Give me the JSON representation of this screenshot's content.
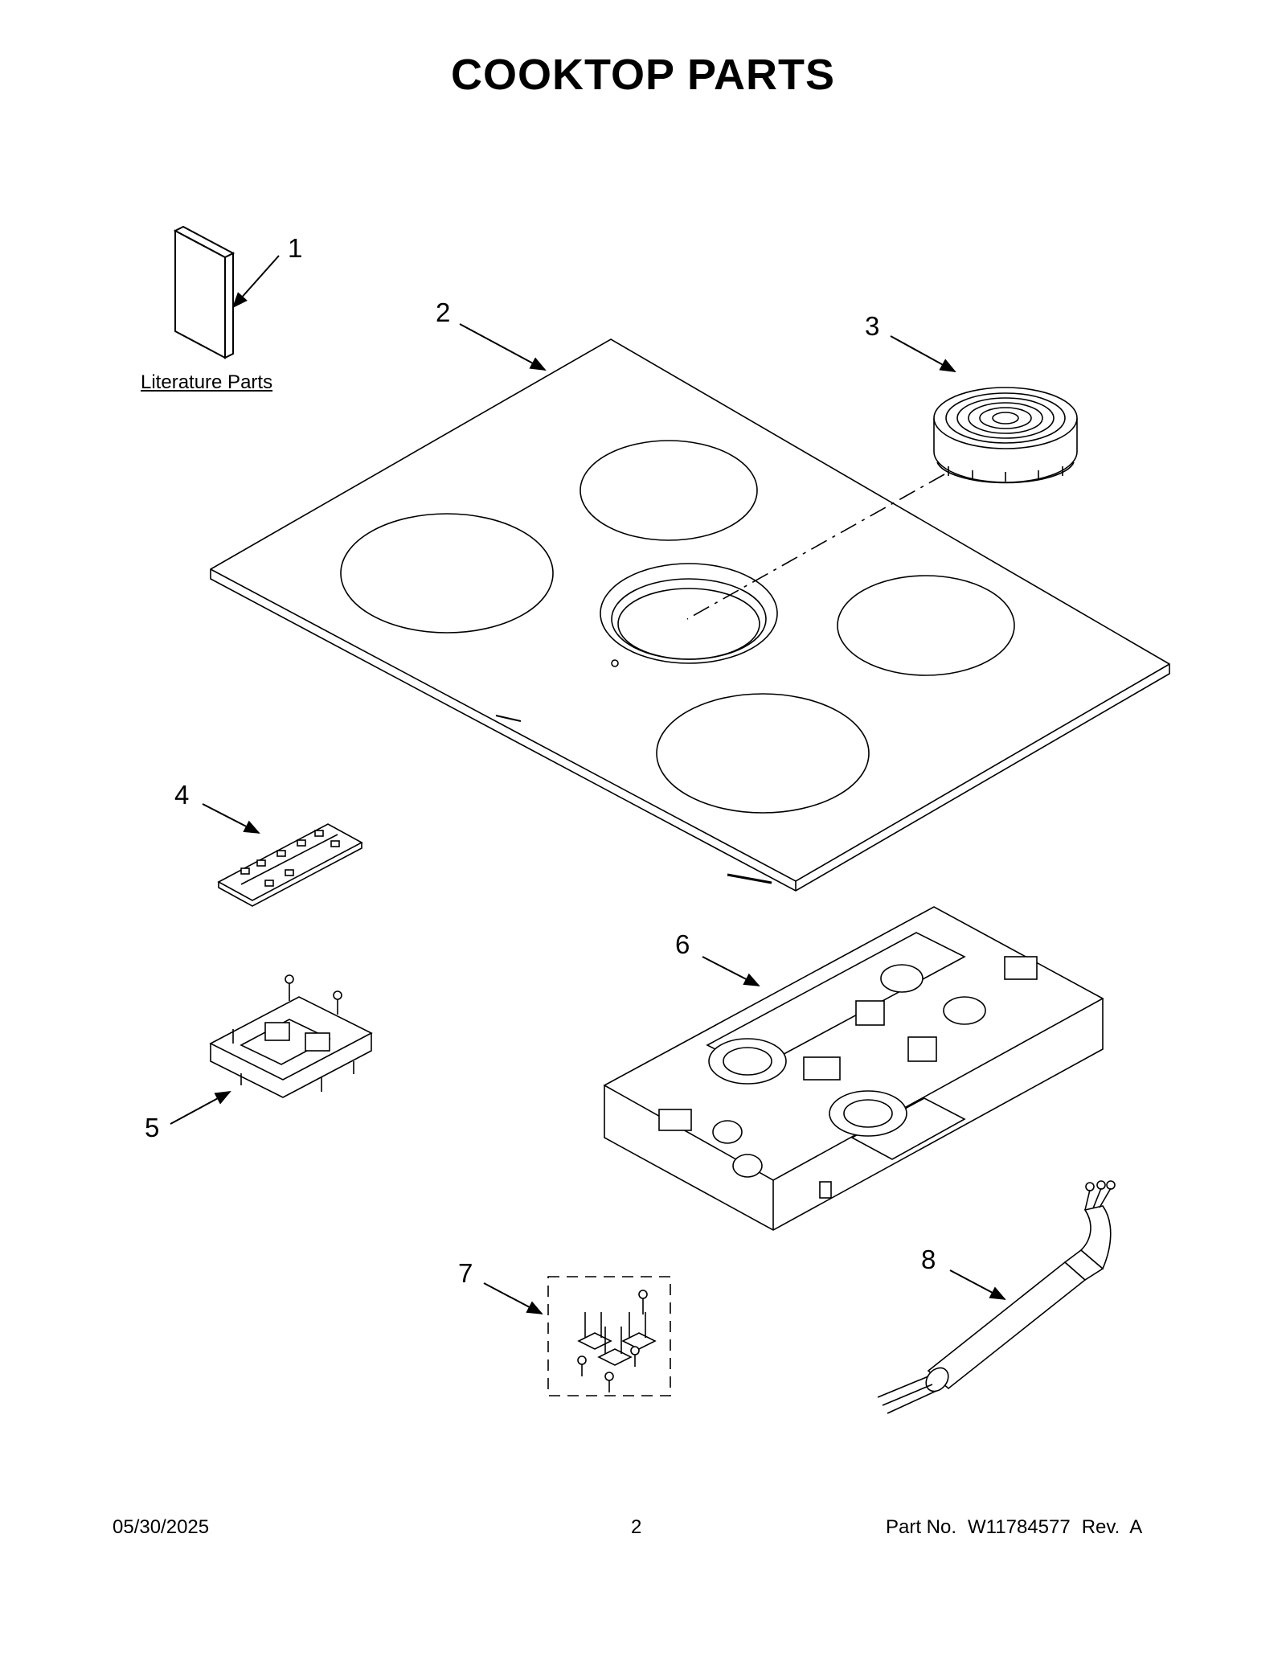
{
  "title": "COOKTOP PARTS",
  "literature_label": "Literature Parts",
  "callouts": [
    "1",
    "2",
    "3",
    "4",
    "5",
    "6",
    "7",
    "8"
  ],
  "footer": {
    "date": "05/30/2025",
    "page": "2",
    "part_label": "Part No.",
    "part_number": "W11784577",
    "rev": "Rev.  A"
  },
  "parts": [
    {
      "number": "1",
      "icon": "literature-booklet-icon"
    },
    {
      "number": "2",
      "icon": "glass-cooktop-icon"
    },
    {
      "number": "3",
      "icon": "radiant-element-icon"
    },
    {
      "number": "4",
      "icon": "control-board-icon"
    },
    {
      "number": "5",
      "icon": "board-bracket-icon"
    },
    {
      "number": "6",
      "icon": "induction-base-assembly-icon"
    },
    {
      "number": "7",
      "icon": "bracket-screw-kit-icon"
    },
    {
      "number": "8",
      "icon": "power-cord-conduit-icon"
    }
  ]
}
